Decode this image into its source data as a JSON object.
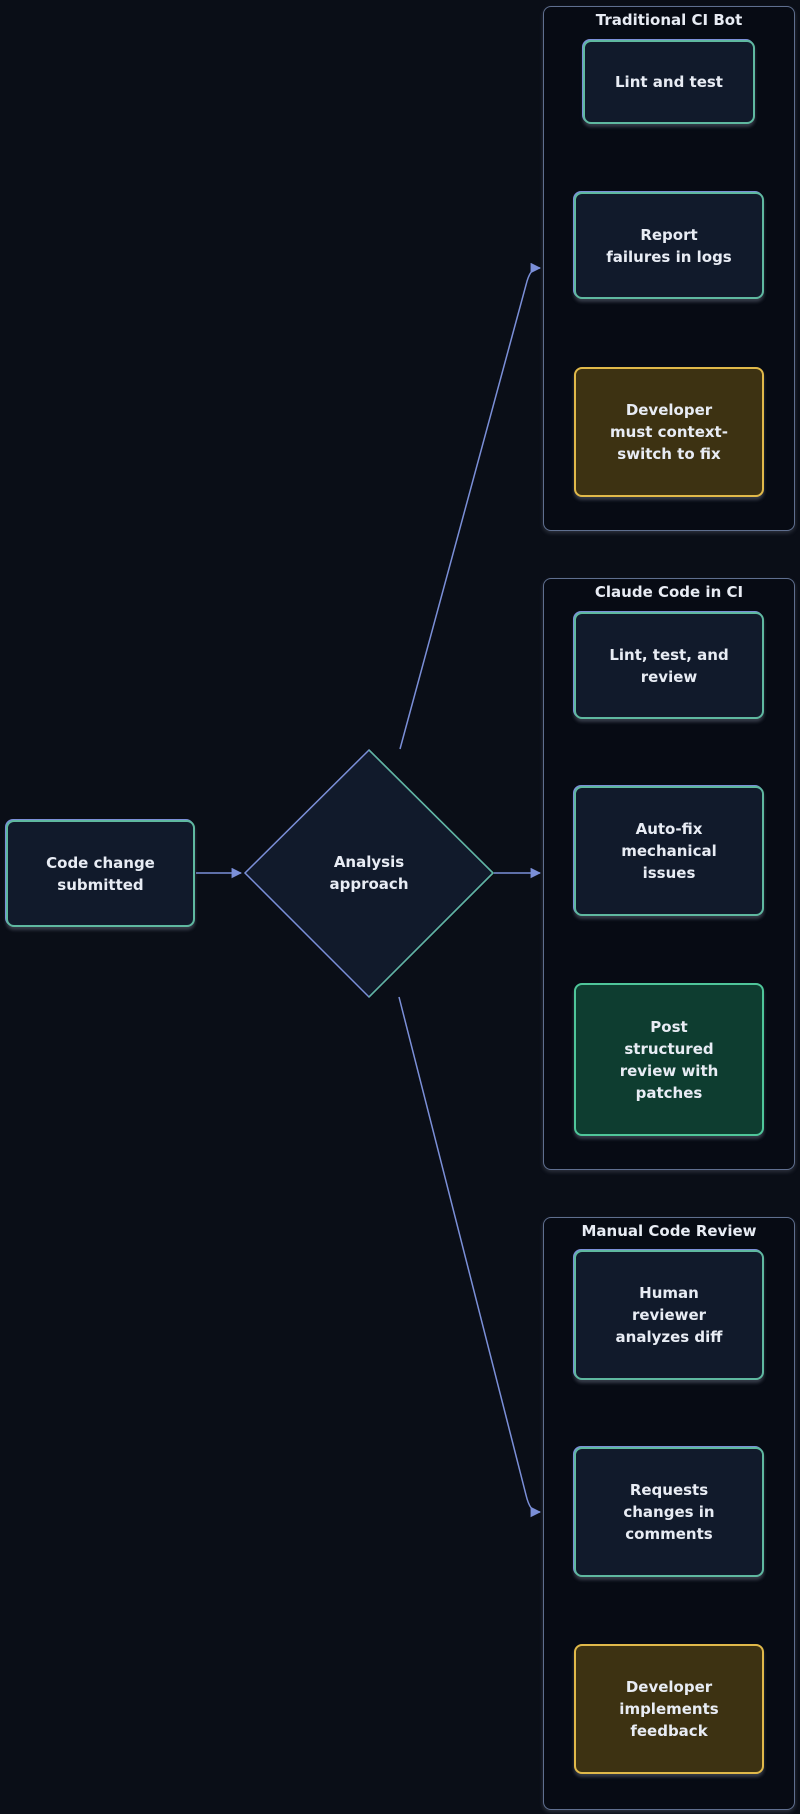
{
  "start": {
    "label": "Code change\nsubmitted"
  },
  "decision": {
    "label": "Analysis\napproach"
  },
  "clusters": [
    {
      "title": "Traditional CI Bot",
      "steps": [
        "Lint and test",
        "Report\nfailures in logs",
        "Developer\nmust context-\nswitch to fix"
      ]
    },
    {
      "title": "Claude Code in CI",
      "steps": [
        "Lint, test, and\nreview",
        "Auto-fix\nmechanical\nissues",
        "Post\nstructured\nreview with\npatches"
      ]
    },
    {
      "title": "Manual Code Review",
      "steps": [
        "Human\nreviewer\nanalyzes diff",
        "Requests\nchanges in\ncomments",
        "Developer\nimplements\nfeedback"
      ]
    }
  ],
  "colors": {
    "background": "#0a0e17",
    "node_fill": "#111a2b",
    "edge": "#7b8fd8",
    "warning_fill": "#3d3212",
    "warning_border": "#e0b94a",
    "success_fill": "#0e3d30",
    "success_border": "#4fc69a"
  }
}
